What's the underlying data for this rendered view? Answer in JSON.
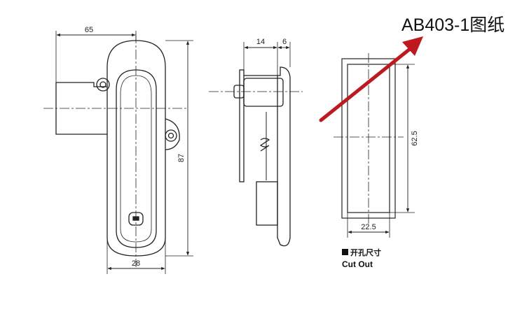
{
  "title": "AB403-1图纸",
  "arrow_color": "#c0181f",
  "front_view": {
    "dim_width_top": "65",
    "dim_height": "87",
    "dim_width_bottom": "28"
  },
  "side_view": {
    "dim_depth": "14",
    "dim_flange": "6"
  },
  "cutout": {
    "dim_height": "62.5",
    "dim_width": "22.5",
    "caption_cn": "开孔尺寸",
    "caption_en": "Cut Out"
  }
}
